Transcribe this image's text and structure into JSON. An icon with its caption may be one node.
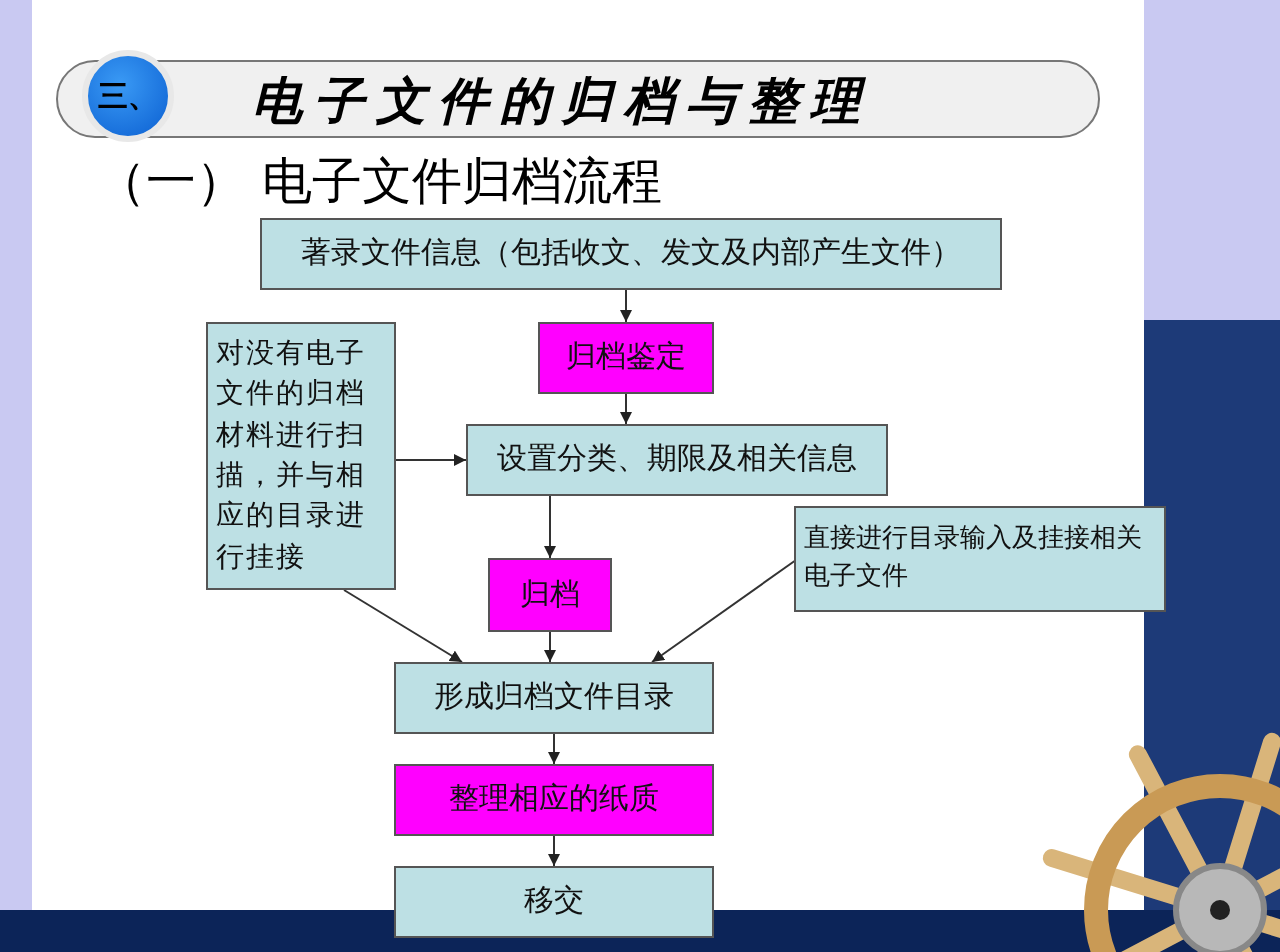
{
  "diagram": {
    "title": "电子文件的归档与整理",
    "nodes": [
      {
        "text": [
          "著录文件信息（包括收文、发文及内部产生文件）"
        ]
      },
      {
        "text": [
          "归档鉴定"
        ]
      },
      {
        "text": [
          "设置分类、期限及相关信息"
        ]
      },
      {
        "text": [
          "对没有电子文件的归档材料进行扫描，并与相应的目录进行挂接"
        ]
      },
      {
        "text": [
          "归档"
        ]
      },
      {
        "text": [
          "直接进行目录输入及挂接相关电子文件"
        ]
      },
      {
        "text": [
          "形成归档文件目录"
        ]
      },
      {
        "text": [
          "整理相应的纸质"
        ]
      },
      {
        "text": [
          "移交"
        ]
      }
    ],
    "edges": [
      {
        "from": 0,
        "to": 1,
        "arrow": "to"
      },
      {
        "from": 1,
        "to": 2,
        "arrow": "to"
      },
      {
        "from": 3,
        "to": 2,
        "arrow": "to"
      },
      {
        "from": 2,
        "to": 4,
        "arrow": "to"
      },
      {
        "from": 4,
        "to": 6,
        "arrow": "to"
      },
      {
        "from": 3,
        "to": 6,
        "arrow": "to"
      },
      {
        "from": 5,
        "to": 6,
        "arrow": "to"
      },
      {
        "from": 6,
        "to": 7,
        "arrow": "to"
      },
      {
        "from": 7,
        "to": 8,
        "arrow": "to"
      }
    ],
    "labels": [
      "三、",
      "（一） 电子文件归档流程"
    ]
  }
}
